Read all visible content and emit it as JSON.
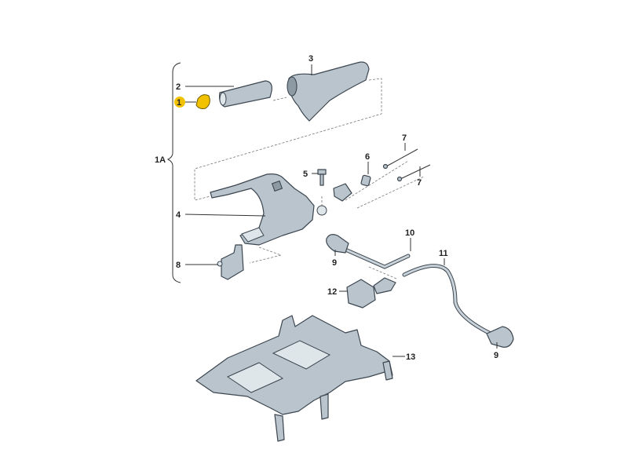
{
  "diagram": {
    "title": "Parking brake lever assembly",
    "accent_color": "#f2c200",
    "labels": {
      "p1": "1",
      "p1a": "1A",
      "p2": "2",
      "p3": "3",
      "p4": "4",
      "p5": "5",
      "p6": "6",
      "p7a": "7",
      "p7b": "7",
      "p8": "8",
      "p9a": "9",
      "p9b": "9",
      "p10": "10",
      "p11": "11",
      "p12": "12",
      "p13": "13"
    }
  }
}
